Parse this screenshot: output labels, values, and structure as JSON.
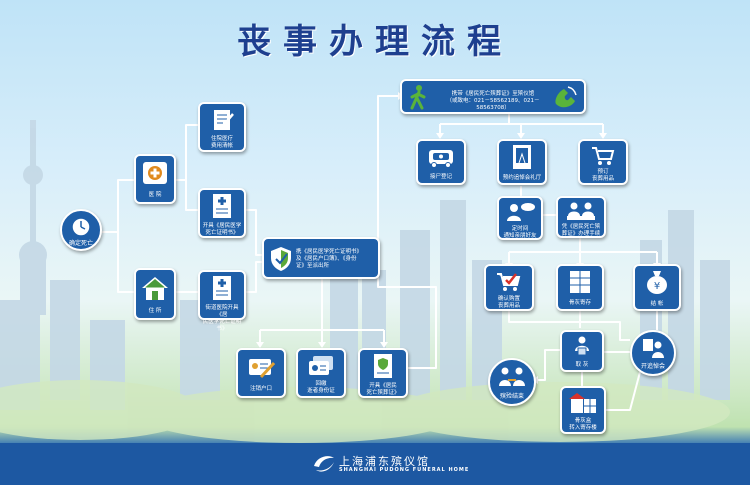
{
  "title": "丧事办理流程",
  "nodes": {
    "confirm_death": "确定死亡",
    "hospital": "医 院",
    "residence": "住 所",
    "hospital_expense": "住院医疗\n费用清帐",
    "hospital_certificate": "开具《居民医学\n死亡证明书》",
    "residence_certificate": "街道医院开具《居\n民医学死亡证明书》",
    "police_report": "携《居民医学死亡证明书》\n及《居民户口簿》、《身份\n证》至派出所",
    "cancel_hukou": "注销户口",
    "return_id": "回缴\n逝者身份证",
    "cremation_certificate": "开具《居民\n死亡殡葬证》",
    "contact_funeral_home": "携带《居民死亡殡葬证》至殡仪馆\n（或致电：021－58562189、021－58563708）",
    "body_registration": "接尸登记",
    "book_hall": "预约追悼会礼厅",
    "book_supplies": "预订\n丧葬用品",
    "set_time": "定时间\n通知亲朋好友",
    "handle_procedures": "凭《居民死亡殡\n葬证》办理手续",
    "buy_supplies": "确认购置\n丧葬用品",
    "ash_storage": "骨灰寄存",
    "settle_account": "结 帐",
    "memorial_service": "开追悼会",
    "collect_ashes": "取 灰",
    "funeral_complete": "殡殓结束",
    "ashes_transfer": "骨灰盒\n转入寄存楼"
  },
  "footer": {
    "org_cn": "上海浦东殡仪馆",
    "org_en": "SHANGHAI PUDONG FUNERAL HOME"
  },
  "colors": {
    "box": "#1f5fa8",
    "title": "#1e3f8f",
    "line": "#ffffff"
  }
}
